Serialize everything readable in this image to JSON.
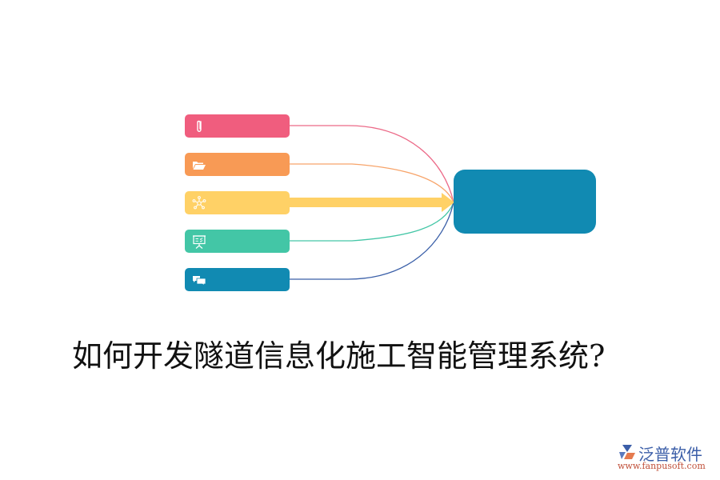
{
  "diagram": {
    "nodes": [
      {
        "id": "n1",
        "icon": "paperclip-icon",
        "color": "#f05d7e",
        "line_color": "#ec6a88"
      },
      {
        "id": "n2",
        "icon": "folder-open-icon",
        "color": "#f89a55",
        "line_color": "#f7a46a"
      },
      {
        "id": "n3",
        "icon": "network-hub-icon",
        "color": "#ffd166",
        "line_color": "#ffd166"
      },
      {
        "id": "n4",
        "icon": "presentation-board-icon",
        "color": "#43c6a6",
        "line_color": "#43c6a6"
      },
      {
        "id": "n5",
        "icon": "chat-bubbles-icon",
        "color": "#118ab2",
        "line_color": "#3a5fa8"
      }
    ],
    "hub": {
      "color": "#118ab2",
      "label": ""
    },
    "arrow_color": "#ffd166"
  },
  "title": "如何开发隧道信息化施工智能管理系统?",
  "logo": {
    "brand": "泛普软件",
    "url": "www.fanpusoft.com"
  }
}
